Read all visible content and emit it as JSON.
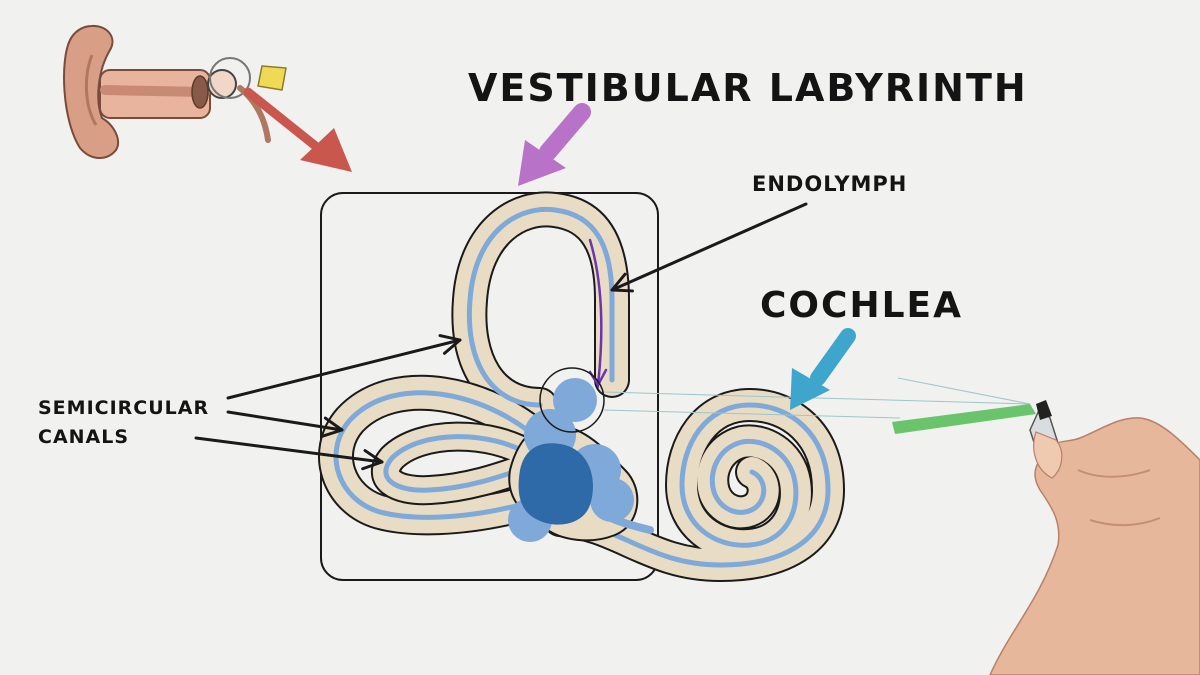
{
  "labels": {
    "vestibular_labyrinth": "VESTIBULAR LABYRINTH",
    "endolymph": "ENDOLYMPH",
    "cochlea": "COCHLEA",
    "semicircular_line1": "SEMICIRCULAR",
    "semicircular_line2": "CANALS"
  },
  "colors": {
    "background": "#f1f1ef",
    "bone": "#e9dcc4",
    "membrane": "#7fa9d8",
    "vestibule_dark": "#2e6aa8",
    "outline": "#1a1a1a",
    "vestibular_arrow": "#b872c8",
    "cochlea_arrow": "#3ea6cc",
    "ear_arrow": "#c9574e",
    "endolymph_strand": "#6a36b0",
    "ear_skin": "#d99e86",
    "marker_cap": "#6ac46c"
  },
  "icons": {
    "ear": "ear-cross-section-icon",
    "hand": "hand-with-marker-icon"
  }
}
